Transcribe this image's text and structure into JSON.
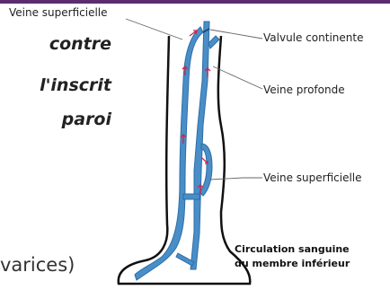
{
  "background_text": {
    "line1": "contre",
    "line2": "l'inscrit",
    "line3": "paroi",
    "line4": "varices)"
  },
  "labels": {
    "veine_superficielle_top": "Veine superficielle",
    "valvule_continente": "Valvule continente",
    "veine_profonde": "Veine profonde",
    "veine_superficielle_right": "Veine superficielle"
  },
  "caption": {
    "line1": "Circulation sanguine",
    "line2": "du membre inférieur"
  },
  "colors": {
    "vein_fill": "#4a8ec8",
    "vein_stroke": "#2b6ea8",
    "arrow": "#d4214a",
    "outline": "#111111",
    "accent_bar": "#5b2d6e"
  },
  "icons": [
    "flow-arrow-icon"
  ]
}
